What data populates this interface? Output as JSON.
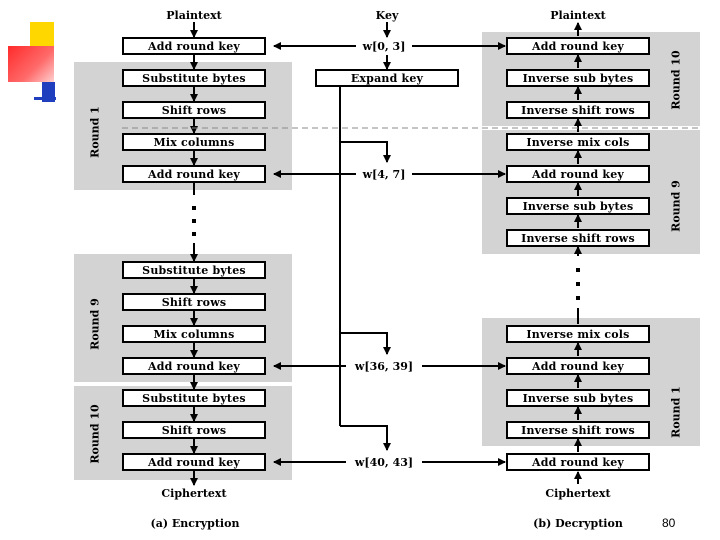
{
  "encryption": {
    "input": "Plaintext",
    "output": "Ciphertext",
    "caption": "(a) Encryption",
    "initial_step": "Add round key",
    "rounds": [
      {
        "label": "Round 1",
        "steps": [
          "Substitute bytes",
          "Shift rows",
          "Mix columns",
          "Add round key"
        ]
      },
      {
        "label": "Round 9",
        "steps": [
          "Substitute bytes",
          "Shift rows",
          "Mix columns",
          "Add round key"
        ]
      },
      {
        "label": "Round 10",
        "steps": [
          "Substitute bytes",
          "Shift rows",
          "Add round key"
        ]
      }
    ]
  },
  "key_schedule": {
    "input": "Key",
    "expand": "Expand key",
    "words": [
      "w[0, 3]",
      "w[4, 7]",
      "w[36, 39]",
      "w[40, 43]"
    ]
  },
  "decryption": {
    "input": "Ciphertext",
    "output": "Plaintext",
    "caption": "(b) Decryption",
    "initial_step": "Add round key",
    "rounds": [
      {
        "label": "Round 1",
        "steps": [
          "Inverse shift rows",
          "Inverse sub bytes",
          "Add round key",
          "Inverse mix cols"
        ]
      },
      {
        "label": "Round 9",
        "steps": [
          "Inverse shift rows",
          "Inverse sub bytes",
          "Add round key",
          "Inverse mix cols"
        ]
      },
      {
        "label": "Round 10",
        "steps": [
          "Inverse shift rows",
          "Inverse sub bytes",
          "Add round key"
        ]
      }
    ]
  },
  "page_number": "80",
  "colors": {
    "round_background": "#d3d3d3",
    "deco_yellow": "#ffd700",
    "deco_red": "#ff3333",
    "deco_blue": "#1f3fbf"
  }
}
